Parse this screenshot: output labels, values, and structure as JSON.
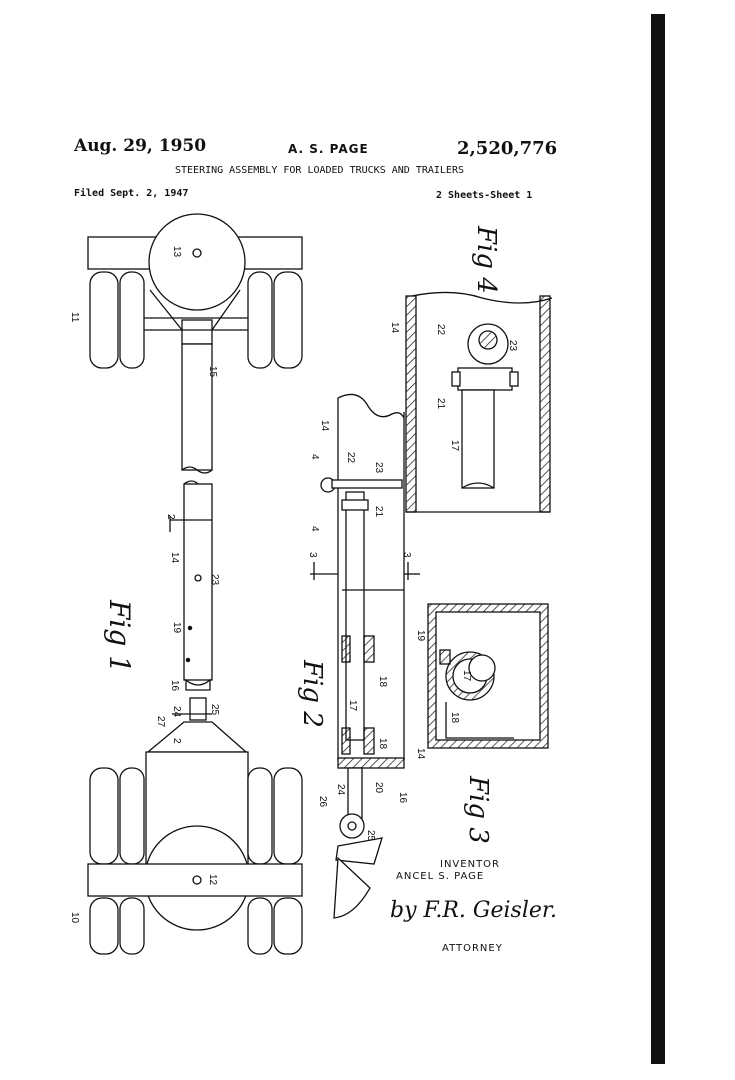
{
  "header": {
    "date": "Aug. 29, 1950",
    "inventor_short": "A. S. PAGE",
    "patent_number": "2,520,776",
    "title": "STEERING ASSEMBLY FOR LOADED TRUCKS AND TRAILERS",
    "filed": "Filed Sept. 2, 1947",
    "sheets": "2 Sheets-Sheet 1"
  },
  "figures": {
    "fig1": "Fig 1",
    "fig2": "Fig 2",
    "fig3": "Fig 3",
    "fig4": "Fig 4"
  },
  "refs": [
    "10",
    "11",
    "12",
    "13",
    "14",
    "15",
    "16",
    "17",
    "18",
    "19",
    "20",
    "21",
    "22",
    "23",
    "24",
    "25",
    "26",
    "27",
    "2",
    "3",
    "4"
  ],
  "signature": {
    "inventor_label": "INVENTOR",
    "inventor_name": "ANCEL S. PAGE",
    "by": "by",
    "signature": "F.R. Geisler.",
    "attorney_label": "ATTORNEY"
  }
}
